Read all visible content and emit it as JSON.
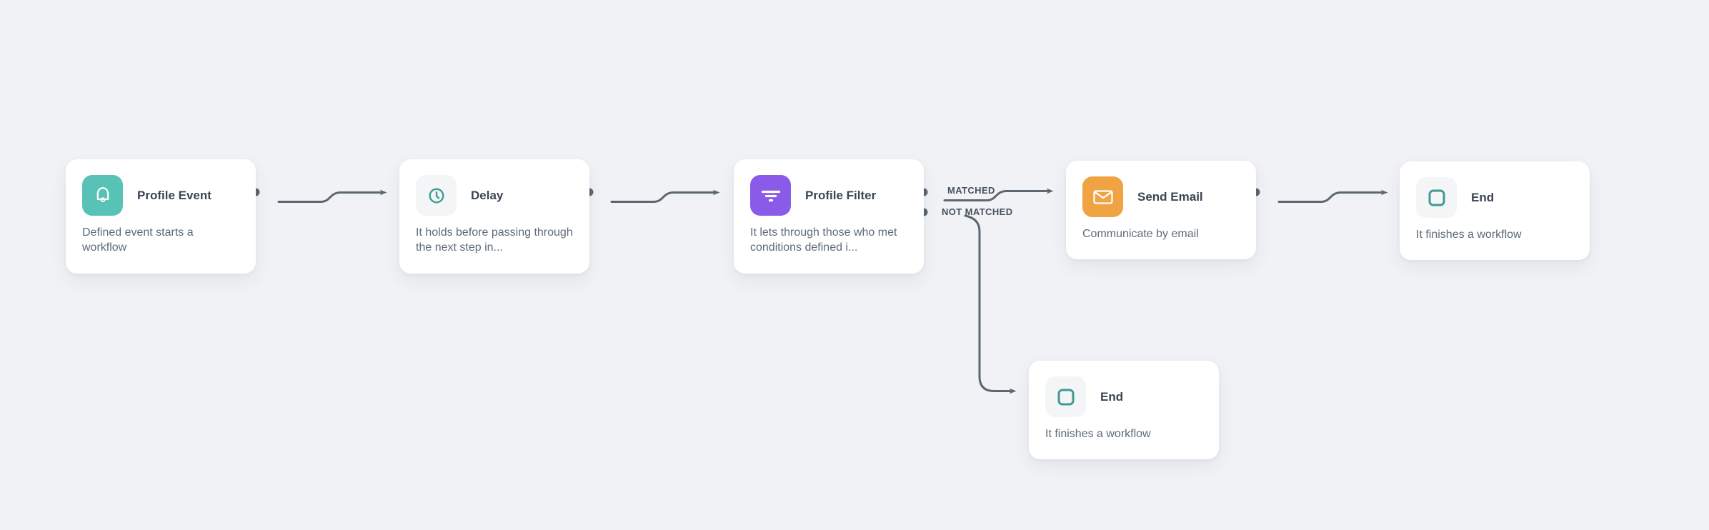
{
  "canvas": {
    "background_color": "#f0f2f5",
    "card_color": "#ffffff",
    "connector_color": "#5c6771"
  },
  "colors": {
    "teal_icon_bg": "#57c2b5",
    "purple_icon_bg": "#8a5ae8",
    "orange_icon_bg": "#f0a342",
    "light_icon_bg": "#f3f5f7",
    "teal_icon_stroke": "#3e9c94",
    "title_text": "#3b4553",
    "description_text": "#5e6b78",
    "edge_label_text": "#47525f"
  },
  "nodes": [
    {
      "title": "Profile Event",
      "description": "Defined event starts a workflow",
      "icon": "bell-icon",
      "icon_style": "teal-filled"
    },
    {
      "title": "Delay",
      "description": "It holds before passing through the next step in...",
      "icon": "clock-icon",
      "icon_style": "light-teal-outline"
    },
    {
      "title": "Profile Filter",
      "description": "It lets through those who met conditions defined i...",
      "icon": "filter-icon",
      "icon_style": "purple-filled"
    },
    {
      "title": "Send Email",
      "description": "Communicate by email",
      "icon": "envelope-icon",
      "icon_style": "orange-filled"
    },
    {
      "title": "End",
      "description": "It finishes a workflow",
      "icon": "stop-square-icon",
      "icon_style": "light-teal-outline"
    },
    {
      "title": "End",
      "description": "It finishes a workflow",
      "icon": "stop-square-icon",
      "icon_style": "light-teal-outline"
    }
  ],
  "edges": {
    "matched_label": "MATCHED",
    "not_matched_label": "NOT MATCHED"
  }
}
